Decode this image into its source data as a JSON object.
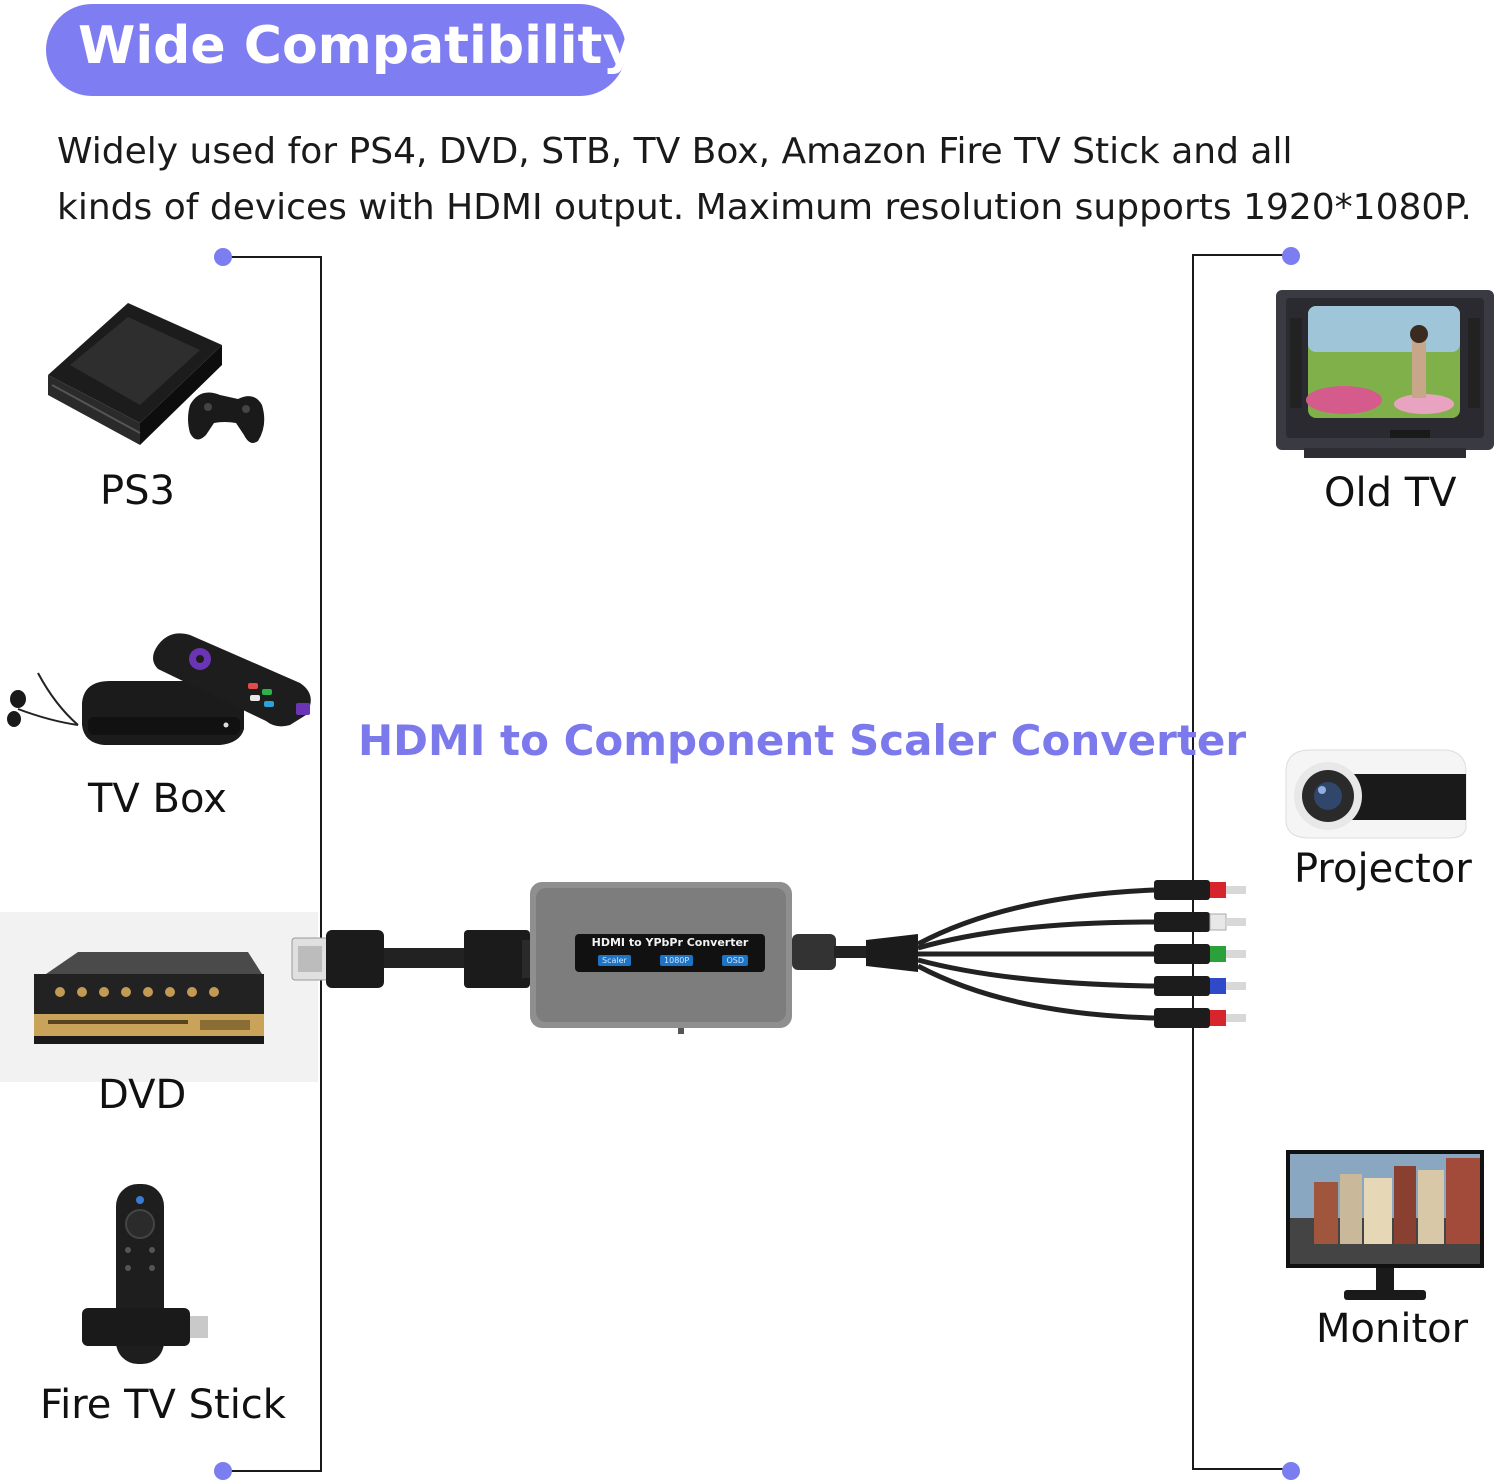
{
  "header": {
    "badge": "Wide Compatibility",
    "line1": "Widely used for PS4, DVD, STB, TV Box, Amazon Fire TV Stick and all",
    "line2": "kinds of devices with HDMI output. Maximum resolution supports 1920*1080P."
  },
  "sources": [
    {
      "label": "PS3"
    },
    {
      "label": "TV Box"
    },
    {
      "label": "DVD"
    },
    {
      "label": "Fire TV Stick"
    }
  ],
  "outputs": [
    {
      "label": "Old TV"
    },
    {
      "label": "Projector"
    },
    {
      "label": "Monitor"
    }
  ],
  "converter": {
    "title": "HDMI to Component Scaler Converter",
    "device_label": "HDMI to YPbPr Converter",
    "chips": [
      "Scaler",
      "1080P",
      "OSD"
    ]
  },
  "colors": {
    "accent": "#7f7df2",
    "accent_text": "#7b79ec",
    "red": "#d6262b",
    "green": "#2aa13b",
    "blue": "#2f49c8",
    "white_plug": "#e8e8e8"
  }
}
